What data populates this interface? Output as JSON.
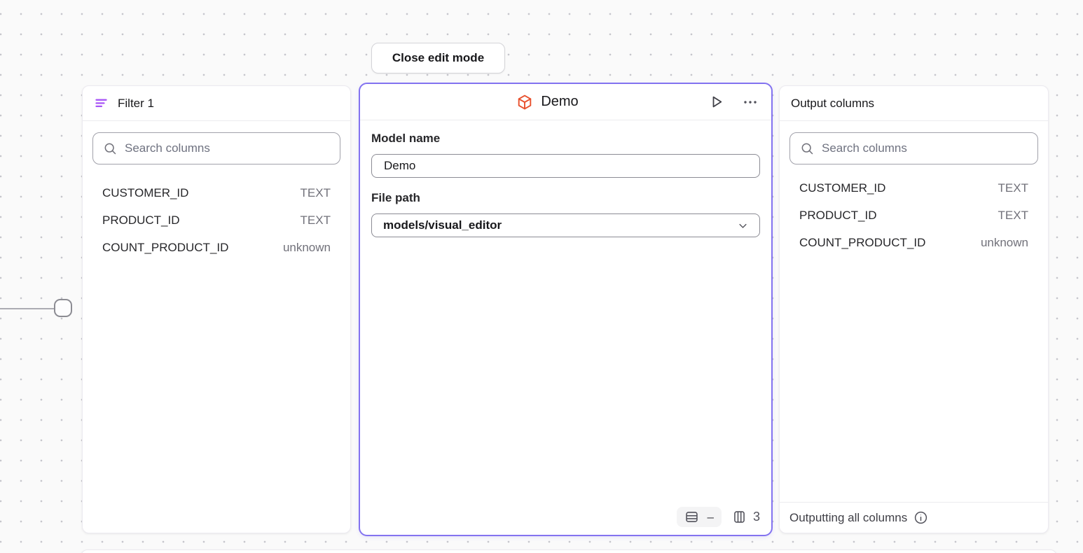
{
  "toolbar": {
    "close_button_label": "Close edit mode"
  },
  "filter_panel": {
    "title": "Filter 1",
    "search_placeholder": "Search columns",
    "columns": [
      {
        "name": "CUSTOMER_ID",
        "type": "TEXT"
      },
      {
        "name": "PRODUCT_ID",
        "type": "TEXT"
      },
      {
        "name": "COUNT_PRODUCT_ID",
        "type": "unknown"
      }
    ]
  },
  "model_panel": {
    "title": "Demo",
    "model_name_label": "Model name",
    "model_name_value": "Demo",
    "file_path_label": "File path",
    "file_path_value": "models/visual_editor",
    "row_count": "–",
    "column_count": "3"
  },
  "output_panel": {
    "title": "Output columns",
    "search_placeholder": "Search columns",
    "columns": [
      {
        "name": "CUSTOMER_ID",
        "type": "TEXT"
      },
      {
        "name": "PRODUCT_ID",
        "type": "TEXT"
      },
      {
        "name": "COUNT_PRODUCT_ID",
        "type": "unknown"
      }
    ],
    "footer_text": "Outputting all columns"
  },
  "colors": {
    "accent_purple": "#8373f0",
    "filter_icon_purple": "#a855f7",
    "model_icon_red": "#e8502d"
  }
}
